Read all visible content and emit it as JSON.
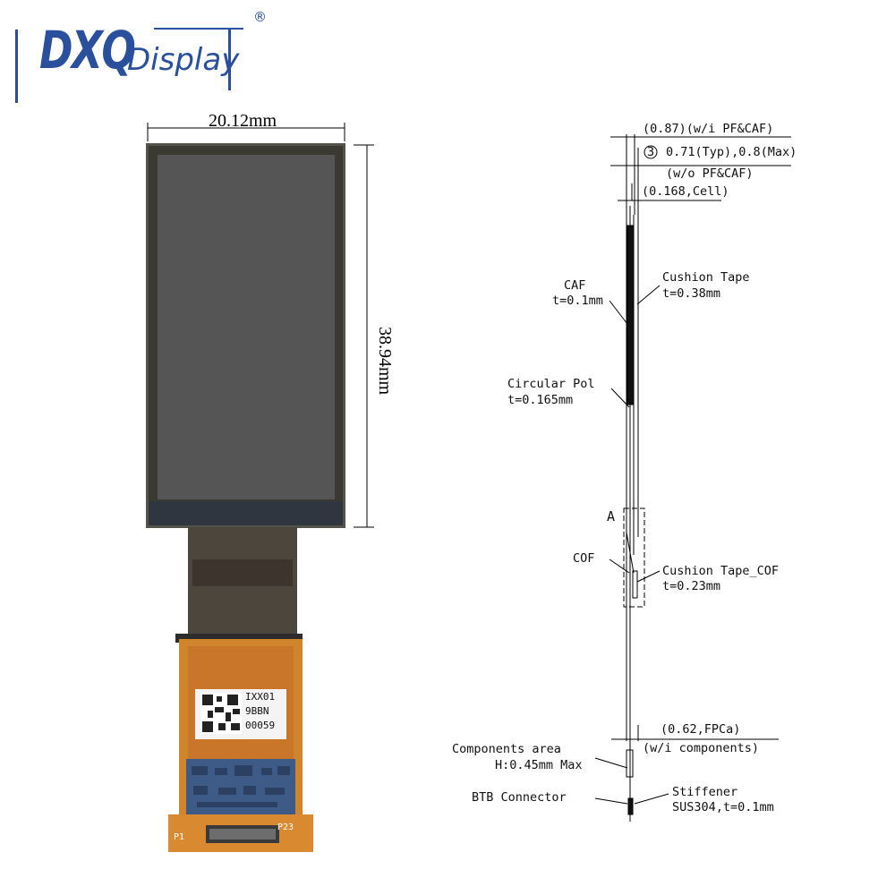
{
  "brand": {
    "mark": "DXQ",
    "name": "Display",
    "registered": "®"
  },
  "module_photo": {
    "width_label": "20.12mm",
    "height_label": "38.94mm",
    "label_lines": [
      "IXX01",
      "9BBN",
      "00059"
    ],
    "fpc_markers": [
      "P23",
      "P1"
    ]
  },
  "side_view": {
    "top_callouts": {
      "thickness_with": "(0.87)(w/i PF&CAF)",
      "index_mark": "3",
      "thickness_typ": "0.71(Typ),0.8(Max)",
      "thickness_without": "(w/o PF&CAF)",
      "cell": "(0.168,Cell)"
    },
    "layers": {
      "caf_name": "CAF",
      "caf_t": "t=0.1mm",
      "cushion_name": "Cushion Tape",
      "cushion_t": "t=0.38mm",
      "pol_name": "Circular Pol",
      "pol_t": "t=0.165mm",
      "detail_mark": "A",
      "cof_name": "COF",
      "cushion_cof_name": "Cushion Tape_COF",
      "cushion_cof_t": "t=0.23mm"
    },
    "bottom_callouts": {
      "fpca": "(0.62,FPCa)",
      "fpca_note": "(w/i components)",
      "components_name": "Components area",
      "components_h": "H:0.45mm Max",
      "btb": "BTB Connector",
      "stiffener_name": "Stiffener",
      "stiffener_spec": "SUS304,t=0.1mm"
    }
  }
}
